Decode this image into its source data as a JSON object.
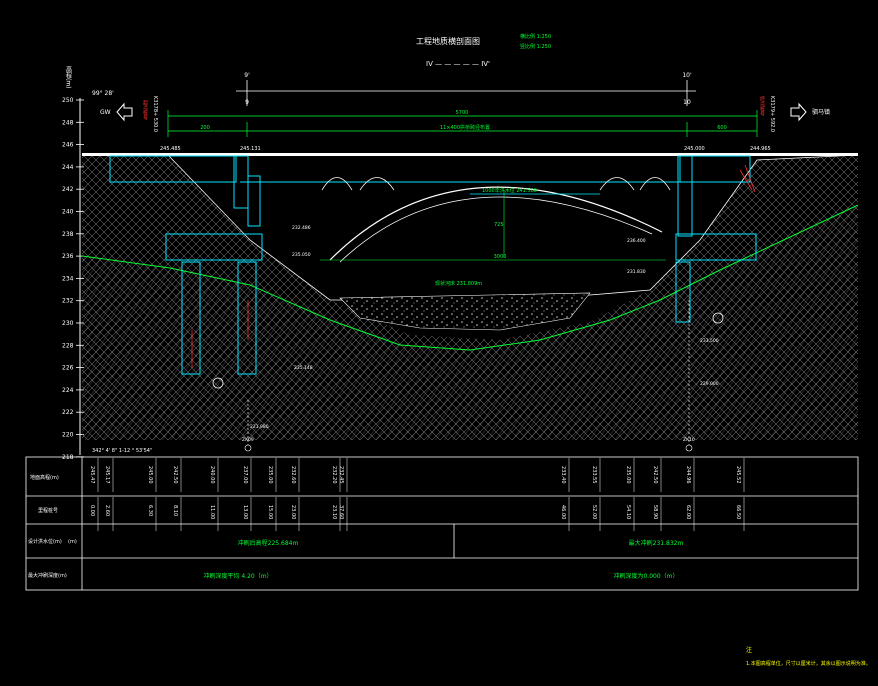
{
  "title": "工程地质横剖面图",
  "section_label": "IV — — — — — IV'",
  "scale_h": "横比例 1:250",
  "scale_v": "竖比例 1:250",
  "elev_axis_title": "高程(m)",
  "elev_ticks": [
    "250",
    "248",
    "246",
    "244",
    "242",
    "240",
    "238",
    "236",
    "234",
    "232",
    "230",
    "228",
    "226",
    "224",
    "222",
    "220",
    "218"
  ],
  "left_angle": "99° 28'",
  "bottom_angle": "342° 4' 8\"   1-12 ° 53'54\" ",
  "left_direction": "GW",
  "right_direction": "驷马镇",
  "left_station": "K3178+ 530.0",
  "right_station": "K3179+ 592.0",
  "left_station_label": "起点桩号",
  "right_station_label": "终点桩号",
  "top_pier_labels": [
    "9'",
    "10'"
  ],
  "mid_pier_labels": [
    "9",
    "10"
  ],
  "span_total": "5700",
  "span_note": "11×400拱桥跨径布置",
  "span_left": "200",
  "span_right": "600",
  "arch_rise": "725",
  "arch_span": "3000",
  "water_level": "1000年洪水位 241.500",
  "riverbed": "现状河床 231.809m",
  "deck_labels": [
    "245.485",
    "245.131",
    "245.000",
    "244.965"
  ],
  "elev_annotations": [
    "232.486",
    "235.050",
    "236.400",
    "231.830",
    "235.148",
    "233.500",
    "229.000",
    "221.980"
  ],
  "borehole_labels": [
    "ZK09",
    "ZK10"
  ],
  "table": {
    "row1_label": "地面高程(m)",
    "row2_label": "里程桩号",
    "row3_label": "设计洪水位(m)",
    "row4_label": "最大冲刷深度(m)",
    "row1_values": [
      "245.47",
      "245.17",
      "245.00",
      "242.50",
      "240.00",
      "237.00",
      "235.00",
      "232.60",
      "232.20",
      "232.45",
      "233.40",
      "233.55",
      "235.00",
      "242.50",
      "244.96",
      "245.52"
    ],
    "row2_values": [
      "0.00",
      "2.60",
      "6.30",
      "8.10",
      "11.00",
      "13.00",
      "15.00",
      "23.00",
      "23.10",
      "37.60",
      "46.00",
      "52.00",
      "54.10",
      "58.90",
      "62.00",
      "66.50"
    ],
    "row3_left": "冲刷后高程225.684m",
    "row3_right": "最大冲刷231.832m",
    "row4_unit": "(m)",
    "row4_left": "冲刷深度平均 4.20（m）",
    "row4_right": "冲刷深度为0.000（m）"
  },
  "note_title": "注",
  "note_text": "1.本图高程单位，尺寸以厘米计，其余以图示说明为准。",
  "colors": {
    "bg": "#000000",
    "line_white": "#ffffff",
    "line_green": "#00ff33",
    "line_cyan": "#00e5ff",
    "hatch": "#8c8c8c",
    "accent_red": "#ff3030",
    "text_yellow": "#ffff00"
  }
}
